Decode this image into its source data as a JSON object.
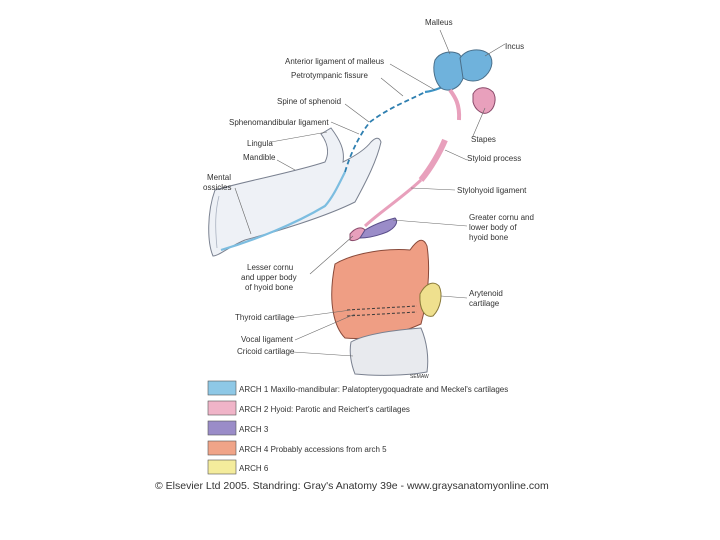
{
  "labels": {
    "malleus": "Malleus",
    "incus": "Incus",
    "anterior_ligament_of_malleus": "Anterior ligament of malleus",
    "petrotympanic_fissure": "Petrotympanic fissure",
    "spine_of_sphenoid": "Spine of sphenoid",
    "sphenomandibular_ligament": "Sphenomandibular ligament",
    "lingula": "Lingula",
    "mandible": "Mandible",
    "mental_ossicles_1": "Mental",
    "mental_ossicles_2": "ossicles",
    "stapes": "Stapes",
    "styloid_process": "Styloid process",
    "stylohyoid_ligament": "Stylohyoid ligament",
    "greater_cornu_1": "Greater cornu and",
    "greater_cornu_2": "lower body of",
    "greater_cornu_3": "hyoid bone",
    "lesser_cornu_1": "Lesser cornu",
    "lesser_cornu_2": "and upper body",
    "lesser_cornu_3": "of hyoid bone",
    "arytenoid_1": "Arytenoid",
    "arytenoid_2": "cartilage",
    "thyroid_cartilage": "Thyroid cartilage",
    "vocal_ligament": "Vocal ligament",
    "cricoid_cartilage": "Cricoid cartilage",
    "signature": "SEMAW"
  },
  "legend": [
    {
      "color": "#8ec8e6",
      "label": "ARCH 1  Maxillo-mandibular: Palatopterygoquadrate and Meckel's cartilages"
    },
    {
      "color": "#f0b4c8",
      "label": "ARCH 2  Hyoid: Parotic and Reichert's cartilages"
    },
    {
      "color": "#9a8cc8",
      "label": "ARCH 3"
    },
    {
      "color": "#f0a488",
      "label": "ARCH 4  Probably accessions from arch 5"
    },
    {
      "color": "#f4ec9c",
      "label": "ARCH 6"
    }
  ],
  "credit": "© Elsevier Ltd 2005. Standring: Gray's Anatomy 39e - www.graysanatomyonline.com"
}
